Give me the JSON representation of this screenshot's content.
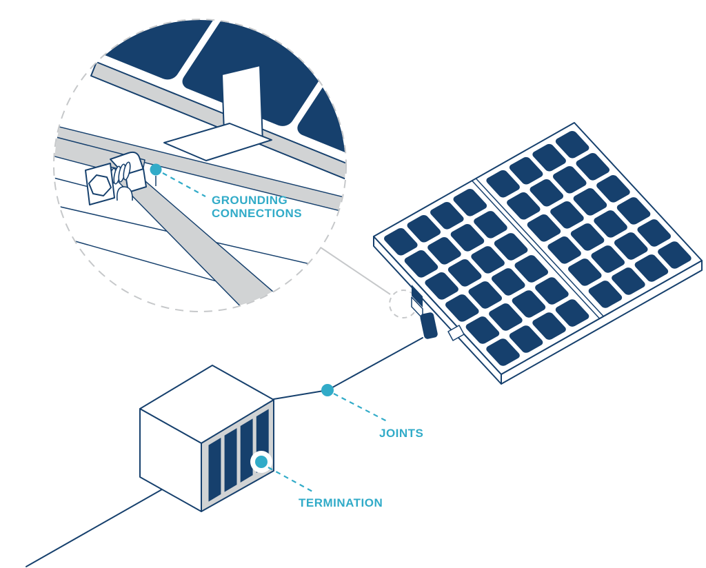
{
  "labels": {
    "grounding_line1": "GROUNDING",
    "grounding_line2": "CONNECTIONS",
    "joints": "JOINTS",
    "termination": "TERMINATION"
  },
  "colors": {
    "navy": "#16406D",
    "teal": "#31ABC8",
    "panel_gray": "#D1D3D4",
    "dash_gray": "#C6C8CA"
  },
  "markers": {
    "grounding_dot": "callout-dot",
    "joints_dot": "callout-dot",
    "termination_dot": "callout-dot"
  }
}
